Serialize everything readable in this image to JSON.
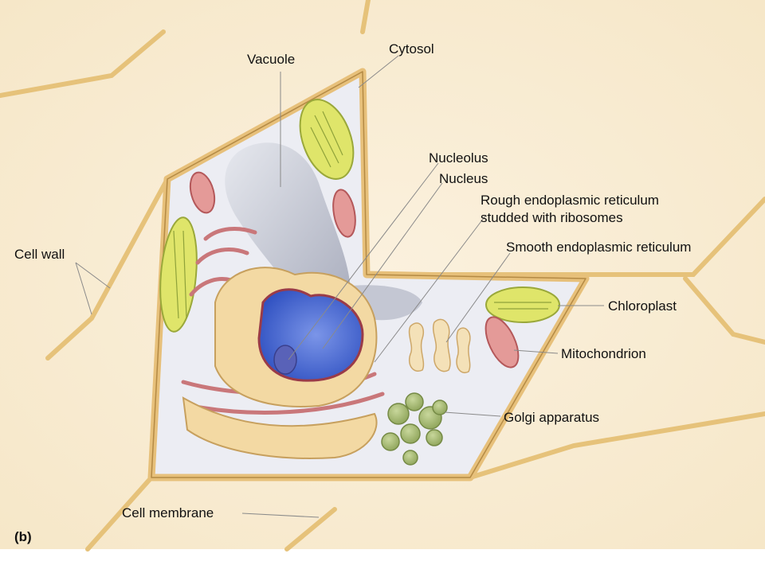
{
  "figure": {
    "panel_label": "(b)",
    "labels": {
      "vacuole": "Vacuole",
      "cytosol": "Cytosol",
      "nucleolus": "Nucleolus",
      "nucleus": "Nucleus",
      "rough_er_line1": "Rough endoplasmic reticulum",
      "rough_er_line2": "studded with ribosomes",
      "smooth_er": "Smooth endoplasmic reticulum",
      "cell_wall": "Cell wall",
      "chloroplast": "Chloroplast",
      "mitochondrion": "Mitochondrion",
      "golgi": "Golgi apparatus",
      "cell_membrane": "Cell membrane"
    }
  }
}
